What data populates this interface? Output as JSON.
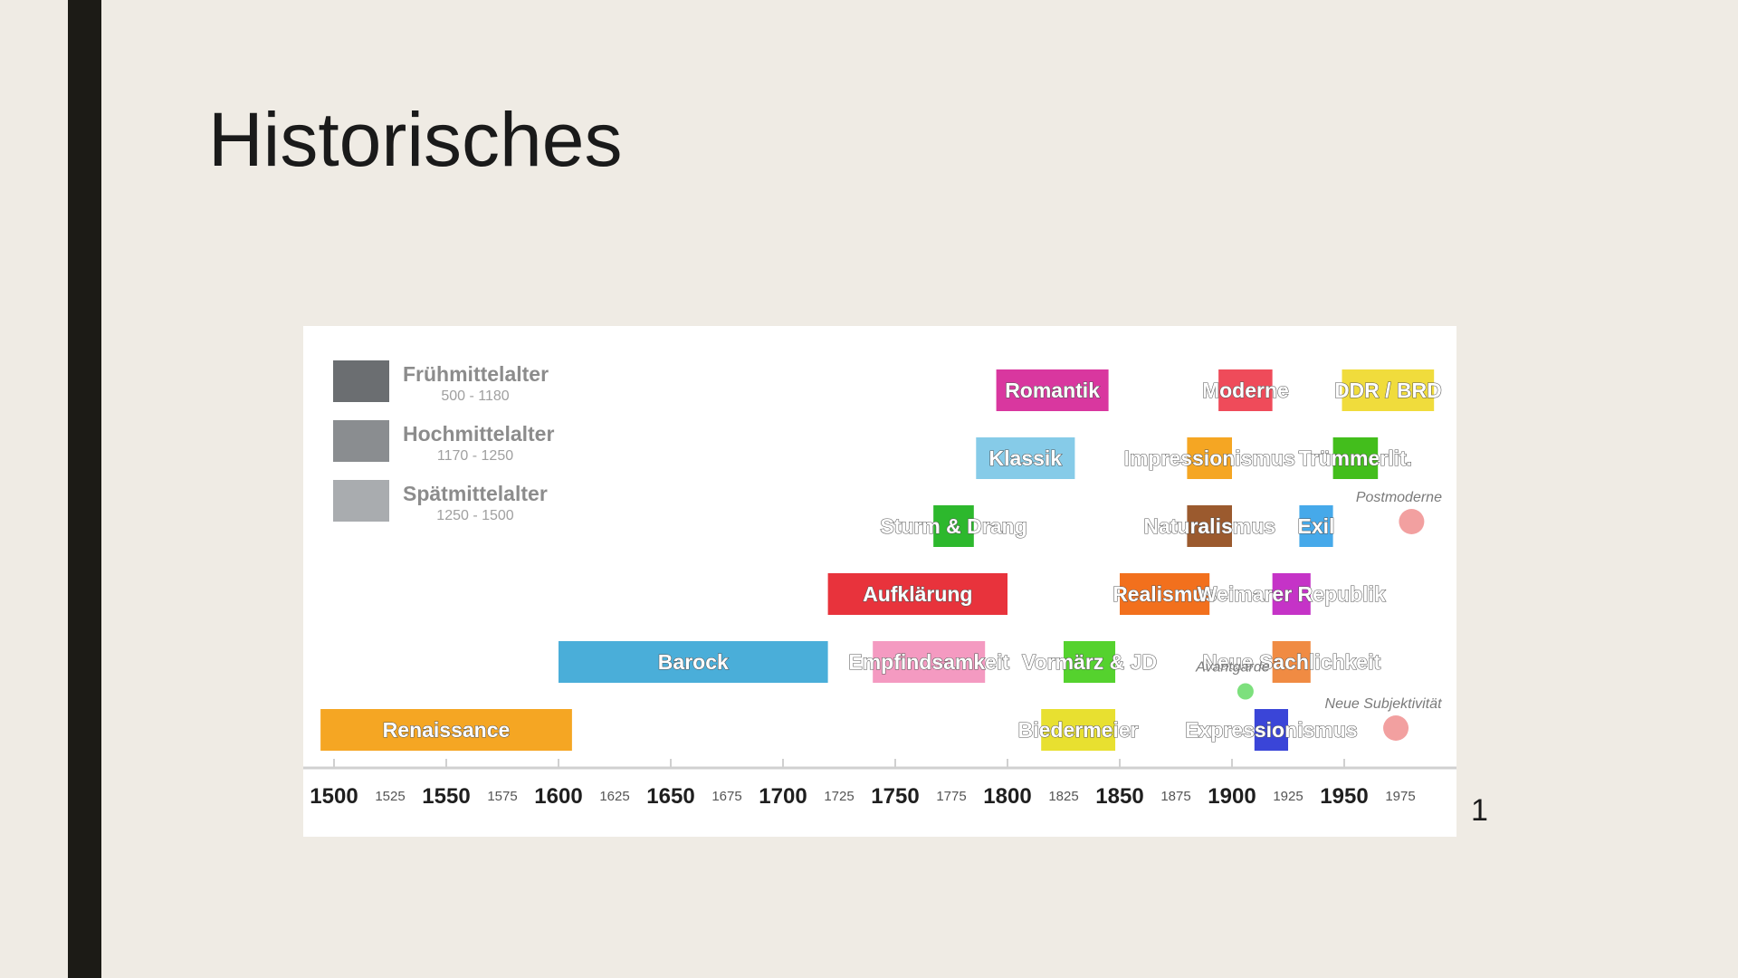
{
  "slide": {
    "title": "Historisches",
    "page_number": "1"
  },
  "legend": [
    {
      "name": "Frühmittelalter",
      "range": "500 - 1180",
      "color": "#6b6e71"
    },
    {
      "name": "Hochmittelalter",
      "range": "1170 - 1250",
      "color": "#8a8d90"
    },
    {
      "name": "Spätmittelalter",
      "range": "1250 - 1500",
      "color": "#a9acaf"
    }
  ],
  "axis": {
    "major_ticks": [
      "1500",
      "1550",
      "1600",
      "1650",
      "1700",
      "1750",
      "1800",
      "1850",
      "1900",
      "1950"
    ],
    "minor_ticks": [
      "1525",
      "1575",
      "1625",
      "1675",
      "1725",
      "1775",
      "1825",
      "1875",
      "1925",
      "1975"
    ],
    "range": [
      1500,
      2000
    ]
  },
  "epochs": [
    {
      "label": "Renaissance",
      "start": 1494,
      "end": 1606,
      "row": 0,
      "color": "#f5a623"
    },
    {
      "label": "Barock",
      "start": 1600,
      "end": 1720,
      "row": 1,
      "color": "#4aaed9"
    },
    {
      "label": "Aufklärung",
      "start": 1720,
      "end": 1800,
      "row": 2,
      "color": "#e8333c"
    },
    {
      "label": "Empfindsamkeit",
      "start": 1740,
      "end": 1790,
      "row": 1,
      "color": "#f49ac1"
    },
    {
      "label": "Sturm & Drang",
      "start": 1767,
      "end": 1785,
      "row": 3,
      "color": "#2db82d"
    },
    {
      "label": "Klassik",
      "start": 1786,
      "end": 1830,
      "row": 4,
      "color": "#86cbe8"
    },
    {
      "label": "Romantik",
      "start": 1795,
      "end": 1845,
      "row": 5,
      "color": "#d9379f"
    },
    {
      "label": "Biedermeier",
      "start": 1815,
      "end": 1848,
      "row": 0,
      "color": "#e8e030"
    },
    {
      "label": "Vormärz & JD",
      "start": 1825,
      "end": 1848,
      "row": 1,
      "color": "#55d22e"
    },
    {
      "label": "Realismus",
      "start": 1850,
      "end": 1890,
      "row": 2,
      "color": "#f2701d"
    },
    {
      "label": "Naturalismus",
      "start": 1880,
      "end": 1900,
      "row": 3,
      "color": "#9b5a2e"
    },
    {
      "label": "Impressionismus",
      "start": 1880,
      "end": 1900,
      "row": 4,
      "color": "#f5a623"
    },
    {
      "label": "Moderne",
      "start": 1894,
      "end": 1918,
      "row": 5,
      "color": "#ef4b5a"
    },
    {
      "label": "Expressionismus",
      "start": 1910,
      "end": 1925,
      "row": 0,
      "color": "#3a45d8"
    },
    {
      "label": "Neue Sachlichkeit",
      "start": 1918,
      "end": 1935,
      "row": 1,
      "color": "#f08b43"
    },
    {
      "label": "Weimarer Republik",
      "start": 1918,
      "end": 1935,
      "row": 2,
      "color": "#c533c7"
    },
    {
      "label": "Exil",
      "start": 1930,
      "end": 1945,
      "row": 3,
      "color": "#46a9ea"
    },
    {
      "label": "Trümmerlit.",
      "start": 1945,
      "end": 1965,
      "row": 4,
      "color": "#43be1c"
    },
    {
      "label": "DDR / BRD",
      "start": 1949,
      "end": 1990,
      "row": 5,
      "color": "#f0dc3c"
    }
  ],
  "markers": [
    {
      "label": "Avantgarde",
      "year": 1906,
      "row": 0.5,
      "color": "#7de07d"
    },
    {
      "label": "Neue Subjektivität",
      "year": 1973,
      "row": 0,
      "color": "#f2a0a0"
    },
    {
      "label": "Postmoderne",
      "year": 1980,
      "row": 3,
      "color": "#f2a0a0"
    }
  ],
  "colors": {
    "background": "#efebe4",
    "side_bar": "#1c1b16",
    "panel": "#ffffff",
    "axis": "#d0d0d0",
    "label_text": "#ffffff",
    "legend_text": "#8c8c8c",
    "tick_text": "#1f1f1f"
  }
}
